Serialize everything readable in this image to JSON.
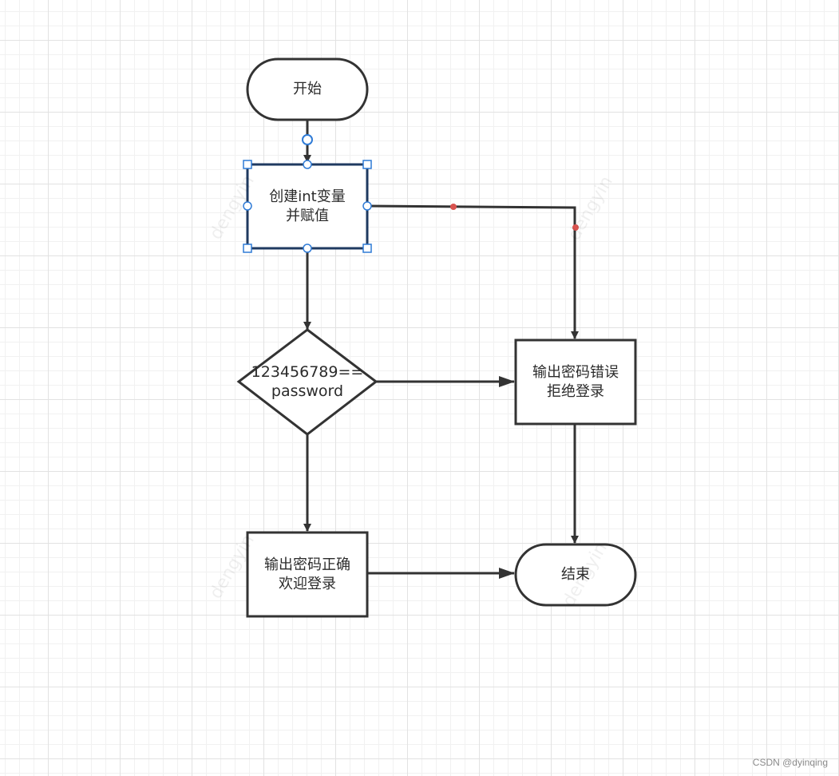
{
  "nodes": {
    "start": {
      "lines": [
        "开始"
      ]
    },
    "create": {
      "lines": [
        "创建int变量",
        "并赋值"
      ]
    },
    "check": {
      "lines": [
        "123456789==",
        "password"
      ]
    },
    "wrong": {
      "lines": [
        "输出密码错误",
        "拒绝登录"
      ]
    },
    "right": {
      "lines": [
        "输出密码正确",
        "欢迎登录"
      ]
    },
    "end": {
      "lines": [
        "结束"
      ]
    }
  },
  "watermark": "dengyin",
  "credit": "CSDN @dyinqing",
  "colors": {
    "stroke": "#333333",
    "selection": "#1f3a60",
    "handle": "#2f7bd6",
    "waypoint": "#d9534f",
    "text": "#2b2b2b"
  }
}
